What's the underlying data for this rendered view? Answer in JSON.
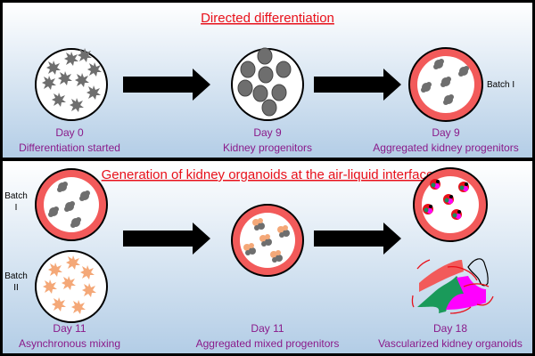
{
  "colors": {
    "title": "#e8101a",
    "label": "#8a1a8a",
    "ring": "#f25a5a",
    "cell": "#6e6e6e",
    "orange": "#f4a878",
    "bg_top": "#ffffff",
    "bg_bottom": "#b3cde6"
  },
  "top_panel": {
    "title": "Directed differentiation",
    "stages": [
      {
        "day": "Day 0",
        "caption": "Differentiation started"
      },
      {
        "day": "Day 9",
        "caption": "Kidney progenitors"
      },
      {
        "day": "Day 9",
        "caption": "Aggregated kidney progenitors"
      }
    ],
    "batch_label": "Batch I"
  },
  "bottom_panel": {
    "title": "Generation of kidney organoids at the air-liquid interface",
    "batch1": [
      "Batch",
      "I"
    ],
    "batch2": [
      "Batch",
      "II"
    ],
    "stages": [
      {
        "day": "Day 11",
        "caption": "Asynchronous mixing"
      },
      {
        "day": "Day 11",
        "caption": "Aggregated mixed progenitors"
      },
      {
        "day": "Day 18",
        "caption": "Vascularized kidney organoids"
      }
    ]
  }
}
